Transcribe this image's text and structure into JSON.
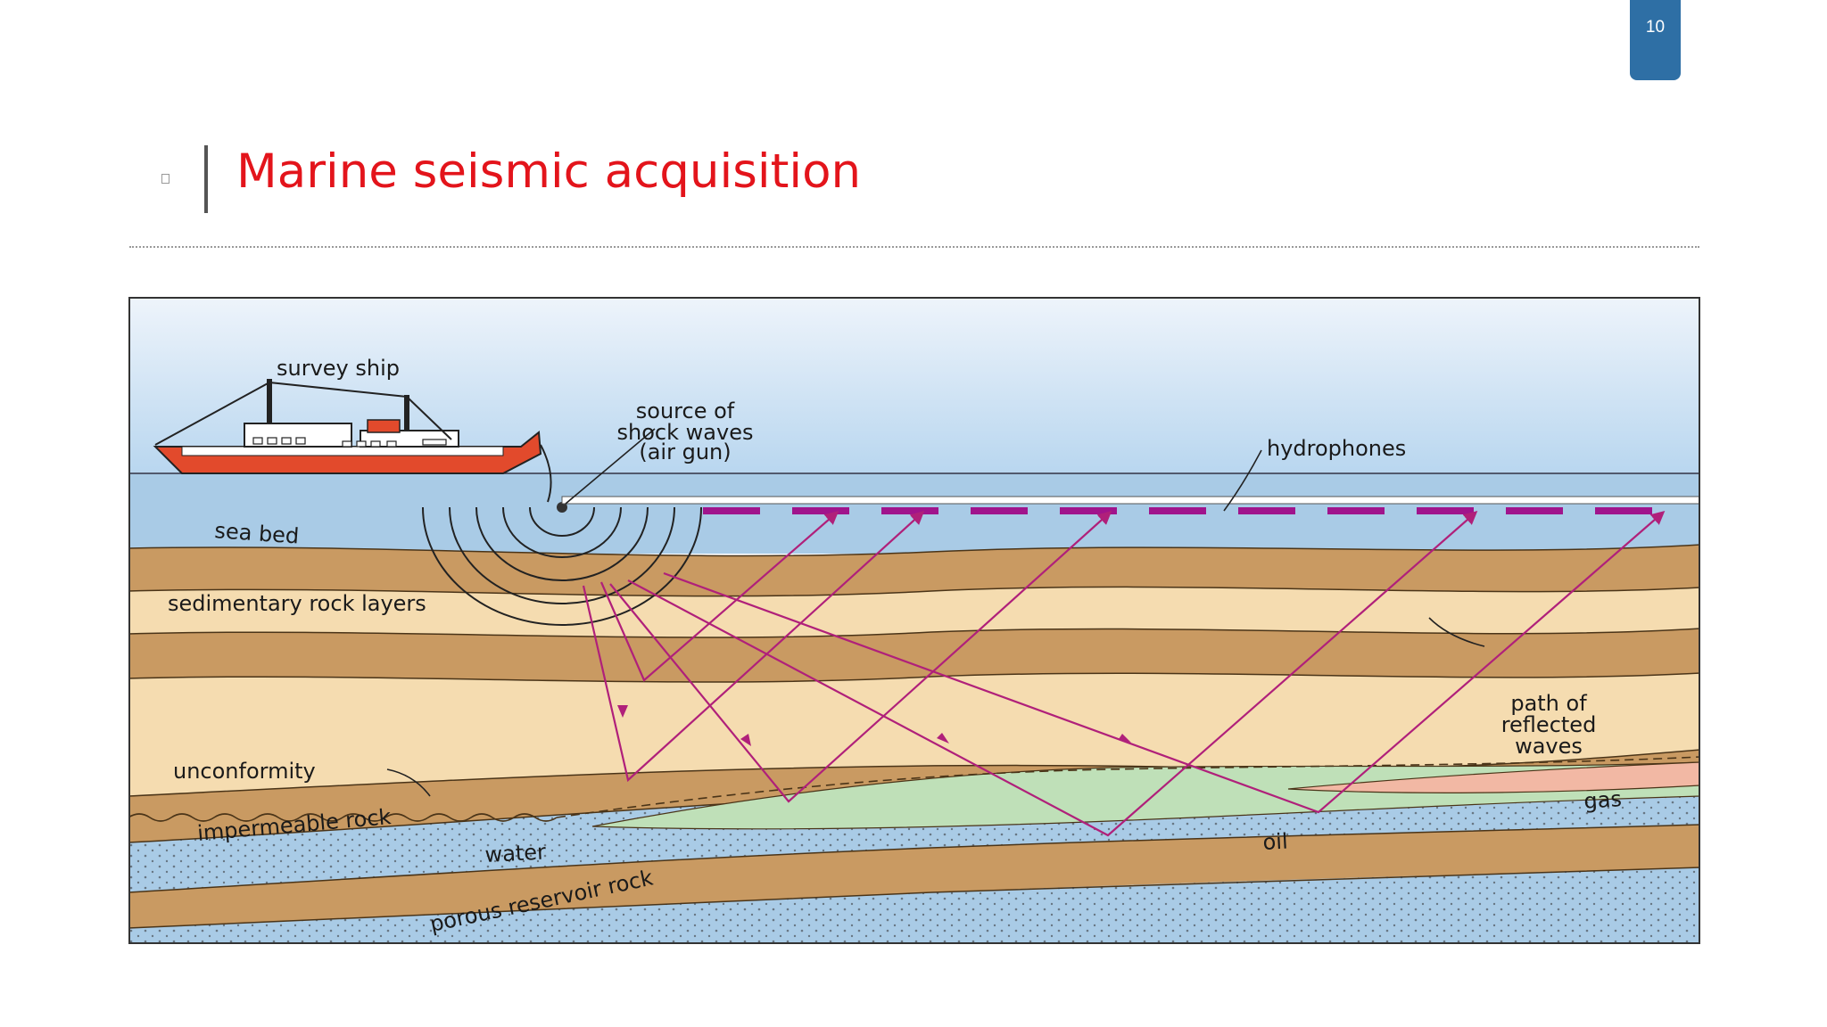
{
  "slide": {
    "number": "10",
    "title": "Marine seismic acquisition"
  },
  "diagram": {
    "labels": {
      "ship": "survey ship",
      "source_1": "source of",
      "source_2": "shock waves",
      "source_3": "(air gun)",
      "hydrophones": "hydrophones",
      "sea_bed": "sea bed",
      "sedimentary": "sedimentary rock layers",
      "path_1": "path of",
      "path_2": "reflected",
      "path_3": "waves",
      "unconformity": "unconformity",
      "impermeable": "impermeable rock",
      "water": "water",
      "porous": "porous reservoir rock",
      "oil": "oil",
      "gas": "gas"
    }
  },
  "colors": {
    "title": "#e3141b",
    "slide_number_bg": "#2e6fa5",
    "ray": "#b0207a",
    "hydrophone": "#a0148c"
  }
}
